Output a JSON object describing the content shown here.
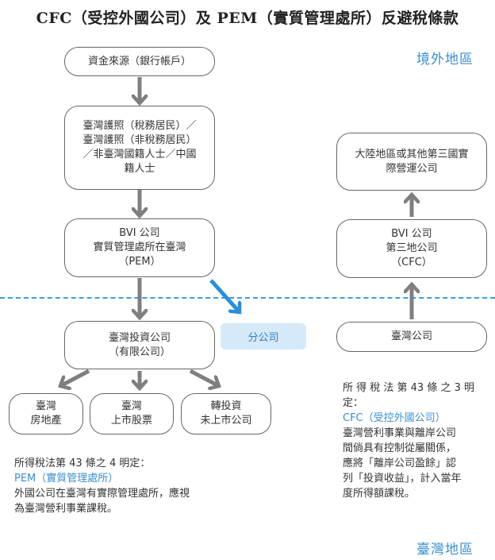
{
  "title": "CFC（受控外國公司）及 PEM（實質管理處所）反避稅條款",
  "regions": {
    "offshore": "境外地區",
    "taiwan": "臺灣地區"
  },
  "left_chain": {
    "source": "資金來源（銀行帳戶）",
    "holder": [
      "臺灣護照（稅務居民）／",
      "臺灣護照（非稅務居民）",
      "／非臺灣國籍人士／中國",
      "籍人士"
    ],
    "bvi": [
      "BVI 公司",
      "實質管理處所在臺灣",
      "（PEM）"
    ],
    "tw_company": [
      "臺灣投資公司",
      "（有限公司）"
    ],
    "branch": "分公司",
    "investments": [
      [
        "臺灣",
        "房地產"
      ],
      [
        "臺灣",
        "上市股票"
      ],
      [
        "轉投資",
        "未上市公司"
      ]
    ]
  },
  "right_chain": {
    "mainland": [
      "大陸地區或其他第三國實",
      "際營運公司"
    ],
    "bvi": [
      "BVI 公司",
      "第三地公司",
      "（CFC）"
    ],
    "tw_company": "臺灣公司"
  },
  "notes": {
    "pem": {
      "law": "所得稅法第 43 條之 4 明定：",
      "term": "PEM（實質管理處所）",
      "body": [
        "外國公司在臺灣有實際管理處所，應視",
        "為臺灣營利事業課稅。"
      ]
    },
    "cfc": {
      "law": [
        "所 得 稅 法 第 43 條 之 3 明",
        "定："
      ],
      "term": "CFC（受控外國公司）",
      "body": [
        "臺灣營利事業與離岸公司",
        "間倘具有控制從屬關係，",
        "應將「離岸公司盈餘」認",
        "列「投資收益」，計入當年",
        "度所得額課稅。"
      ]
    }
  },
  "colors": {
    "arrow": "#7f7f7f",
    "accent": "#3a8fd0",
    "highlight_arrow": "#2a8fd8",
    "branch_fill": "#d5e9f8",
    "divider": "#3a9de0"
  }
}
